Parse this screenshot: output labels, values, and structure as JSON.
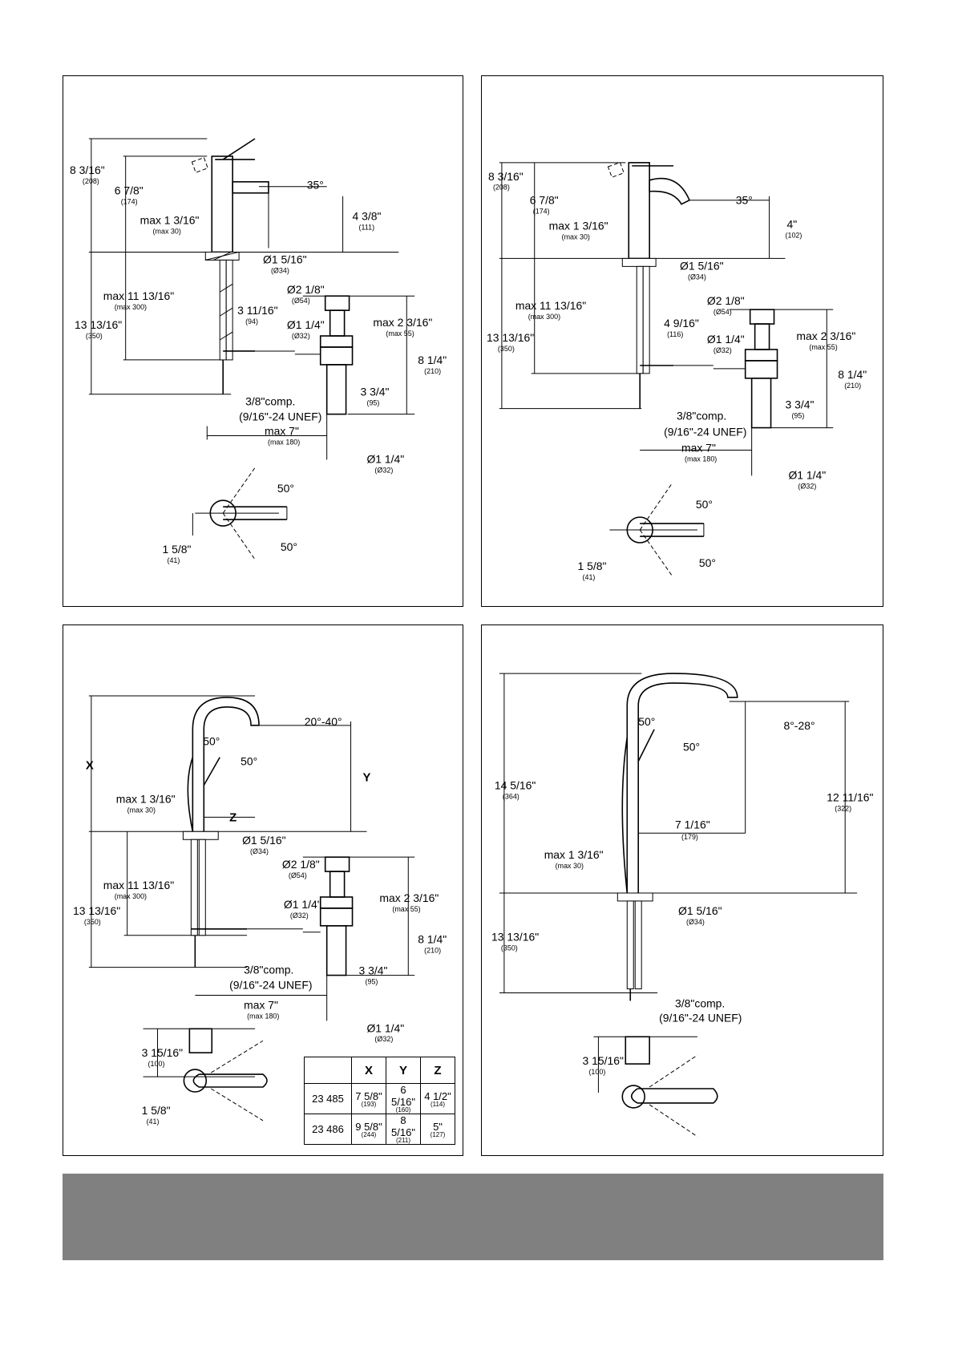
{
  "panel1": {
    "top_height": "8 3/16\"",
    "top_height_mm": "(208)",
    "body_height": "6 7/8\"",
    "body_height_mm": "(174)",
    "angle": "35°",
    "spout_height": "4 3/8\"",
    "spout_height_mm": "(111)",
    "deck_max": "max 1 3/16\"",
    "deck_max_mm": "(max 30)",
    "hole_dia": "Ø1 5/16\"",
    "hole_dia_mm": "(Ø34)",
    "below_max": "max 11 13/16\"",
    "below_max_mm": "(max 300)",
    "total_below": "13 13/16\"",
    "total_below_mm": "(350)",
    "offset": "3 11/16\"",
    "offset_mm": "(94)",
    "drain_top_dia": "Ø2 1/8\"",
    "drain_top_dia_mm": "(Ø54)",
    "drain_dia": "Ø1 1/4\"",
    "drain_dia_mm": "(Ø32)",
    "drain_max": "max 2 3/16\"",
    "drain_max_mm": "(max 55)",
    "drain_len": "8 1/4\"",
    "drain_len_mm": "(210)",
    "tail": "3 3/4\"",
    "tail_mm": "(95)",
    "comp": "3/8\"comp.",
    "unef": "(9/16\"-24 UNEF)",
    "max7": "max 7\"",
    "max7_mm": "(max 180)",
    "outlet_dia": "Ø1 1/4\"",
    "outlet_dia_mm": "(Ø32)",
    "lever_angle_top": "50°",
    "lever_angle_bot": "50°",
    "lever_w": "1 5/8\"",
    "lever_w_mm": "(41)"
  },
  "panel2": {
    "top_height": "8 3/16\"",
    "top_height_mm": "(208)",
    "body_height": "6 7/8\"",
    "body_height_mm": "(174)",
    "angle": "35°",
    "spout_height": "4\"",
    "spout_height_mm": "(102)",
    "deck_max": "max 1 3/16\"",
    "deck_max_mm": "(max 30)",
    "hole_dia": "Ø1 5/16\"",
    "hole_dia_mm": "(Ø34)",
    "below_max": "max 11 13/16\"",
    "below_max_mm": "(max 300)",
    "total_below": "13 13/16\"",
    "total_below_mm": "(350)",
    "offset": "4 9/16\"",
    "offset_mm": "(116)",
    "drain_top_dia": "Ø2 1/8\"",
    "drain_top_dia_mm": "(Ø54)",
    "drain_dia": "Ø1 1/4\"",
    "drain_dia_mm": "(Ø32)",
    "drain_max": "max 2 3/16\"",
    "drain_max_mm": "(max 55)",
    "drain_len": "8 1/4\"",
    "drain_len_mm": "(210)",
    "tail": "3 3/4\"",
    "tail_mm": "(95)",
    "comp": "3/8\"comp.",
    "unef": "(9/16\"-24 UNEF)",
    "max7": "max 7\"",
    "max7_mm": "(max 180)",
    "outlet_dia": "Ø1 1/4\"",
    "outlet_dia_mm": "(Ø32)",
    "lever_angle_top": "50°",
    "lever_angle_bot": "50°",
    "lever_w": "1 5/8\"",
    "lever_w_mm": "(41)"
  },
  "panel3": {
    "x_label": "X",
    "y_label": "Y",
    "z_label": "Z",
    "swivel": "20°-40°",
    "lever_angle_a": "50°",
    "lever_angle_b": "50°",
    "deck_max": "max 1 3/16\"",
    "deck_max_mm": "(max 30)",
    "hole_dia": "Ø1 5/16\"",
    "hole_dia_mm": "(Ø34)",
    "below_max": "max 11 13/16\"",
    "below_max_mm": "(max 300)",
    "total_below": "13 13/16\"",
    "total_below_mm": "(350)",
    "drain_top_dia": "Ø2 1/8\"",
    "drain_top_dia_mm": "(Ø54)",
    "drain_dia": "Ø1 1/4\"",
    "drain_dia_mm": "(Ø32)",
    "drain_max": "max 2 3/16\"",
    "drain_max_mm": "(max 55)",
    "drain_len": "8 1/4\"",
    "drain_len_mm": "(210)",
    "tail": "3 3/4\"",
    "tail_mm": "(95)",
    "comp": "3/8\"comp.",
    "unef": "(9/16\"-24 UNEF)",
    "max7": "max 7\"",
    "max7_mm": "(max 180)",
    "outlet_dia": "Ø1 1/4\"",
    "outlet_dia_mm": "(Ø32)",
    "handle_depth": "3 15/16\"",
    "handle_depth_mm": "(100)",
    "lever_w": "1 5/8\"",
    "lever_w_mm": "(41)",
    "table": {
      "headers": [
        "",
        "X",
        "Y",
        "Z"
      ],
      "rows": [
        {
          "model": "23 485",
          "x": "7 5/8\"",
          "x_mm": "(193)",
          "y": "6 5/16\"",
          "y_mm": "(160)",
          "z": "4 1/2\"",
          "z_mm": "(114)"
        },
        {
          "model": "23 486",
          "x": "9 5/8\"",
          "x_mm": "(244)",
          "y": "8 5/16\"",
          "y_mm": "(211)",
          "z": "5\"",
          "z_mm": "(127)"
        }
      ]
    }
  },
  "panel4": {
    "lever_angle_a": "50°",
    "lever_angle_b": "50°",
    "swivel": "8°-28°",
    "total_height": "14 5/16\"",
    "total_height_mm": "(364)",
    "spout_height": "12 11/16\"",
    "spout_height_mm": "(322)",
    "reach": "7 1/16\"",
    "reach_mm": "(179)",
    "deck_max": "max 1 3/16\"",
    "deck_max_mm": "(max 30)",
    "hole_dia": "Ø1 5/16\"",
    "hole_dia_mm": "(Ø34)",
    "total_below": "13 13/16\"",
    "total_below_mm": "(350)",
    "comp": "3/8\"comp.",
    "unef": "(9/16\"-24 UNEF)",
    "handle_depth": "3 15/16\"",
    "handle_depth_mm": "(100)"
  }
}
